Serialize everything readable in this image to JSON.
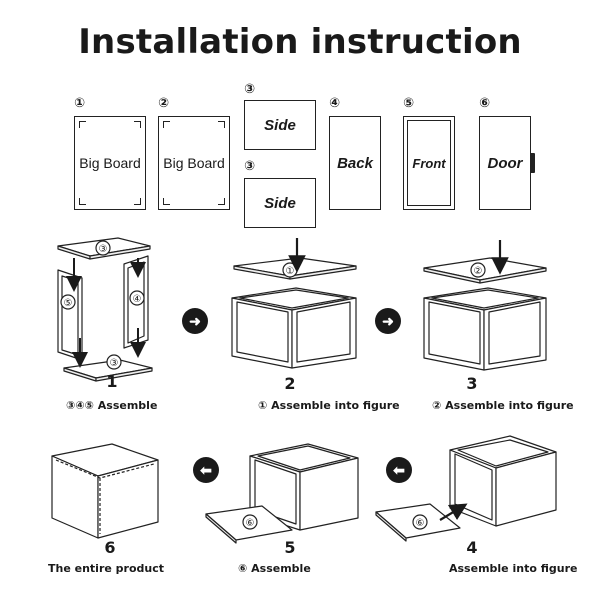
{
  "title": "Installation instruction",
  "parts": [
    {
      "num": "①",
      "label": "Big Board"
    },
    {
      "num": "②",
      "label": "Big Board"
    },
    {
      "num": "③",
      "label": "Side"
    },
    {
      "num": "③",
      "label": "Side"
    },
    {
      "num": "④",
      "label": "Back"
    },
    {
      "num": "⑤",
      "label": "Front"
    },
    {
      "num": "⑥",
      "label": "Door"
    }
  ],
  "circle_labels": {
    "c3": "③",
    "c5": "⑤",
    "c4": "④",
    "c1": "①",
    "c2": "②",
    "c6": "⑥"
  },
  "steps": [
    {
      "number": "1",
      "caption": "③④⑤  Assemble"
    },
    {
      "number": "2",
      "caption": "①  Assemble into figure"
    },
    {
      "number": "3",
      "caption": "②  Assemble into figure"
    },
    {
      "number": "4",
      "caption": "Assemble into figure"
    },
    {
      "number": "5",
      "caption": "⑥  Assemble"
    },
    {
      "number": "6",
      "caption": "The entire product"
    }
  ],
  "arrows": {
    "right": "➜",
    "left": "⬅"
  }
}
